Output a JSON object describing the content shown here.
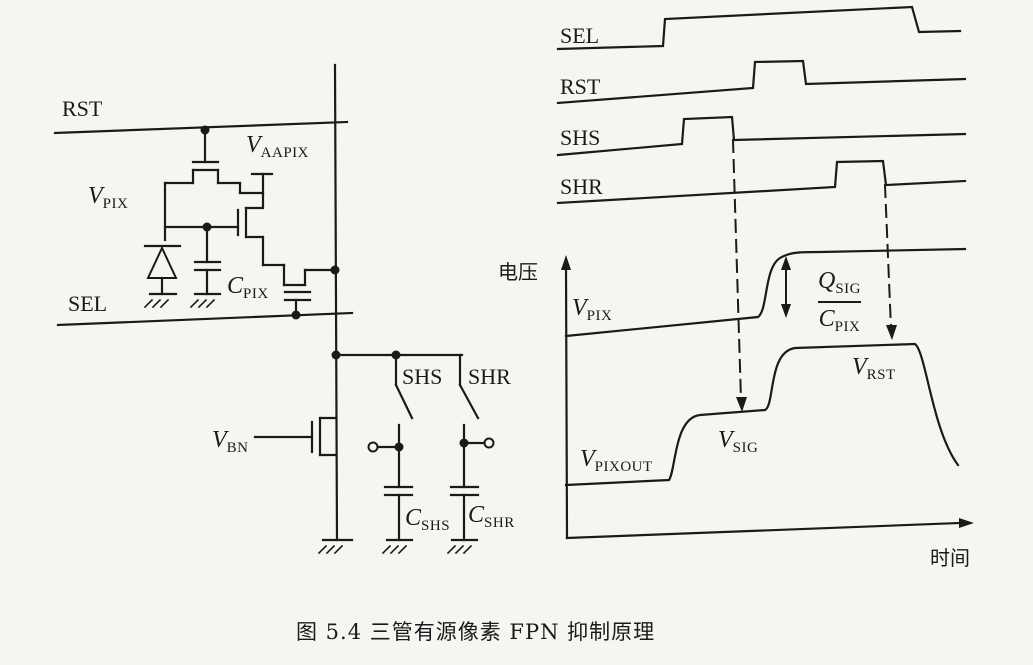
{
  "circuit": {
    "rst": "RST",
    "sel": "SEL",
    "vaapix": "V",
    "vaapix_sub": "AAPIX",
    "vpix": "V",
    "vpix_sub": "PIX",
    "cpix": "C",
    "cpix_sub": "PIX",
    "vbn": "V",
    "vbn_sub": "BN",
    "shs": "SHS",
    "shr": "SHR",
    "cshs": "C",
    "cshs_sub": "SHS",
    "cshr": "C",
    "cshr_sub": "SHR"
  },
  "timing": {
    "sel": "SEL",
    "rst": "RST",
    "shs": "SHS",
    "shr": "SHR",
    "y_axis": "电压",
    "x_axis": "时间",
    "vpix": "V",
    "vpix_sub": "PIX",
    "vpixout": "V",
    "vpixout_sub": "PIXOUT",
    "vsig": "V",
    "vsig_sub": "SIG",
    "vrst": "V",
    "vrst_sub": "RST",
    "frac_num": "Q",
    "frac_num_sub": "SIG",
    "frac_den": "C",
    "frac_den_sub": "PIX"
  },
  "caption": "图 5.4   三管有源像素 FPN 抑制原理"
}
